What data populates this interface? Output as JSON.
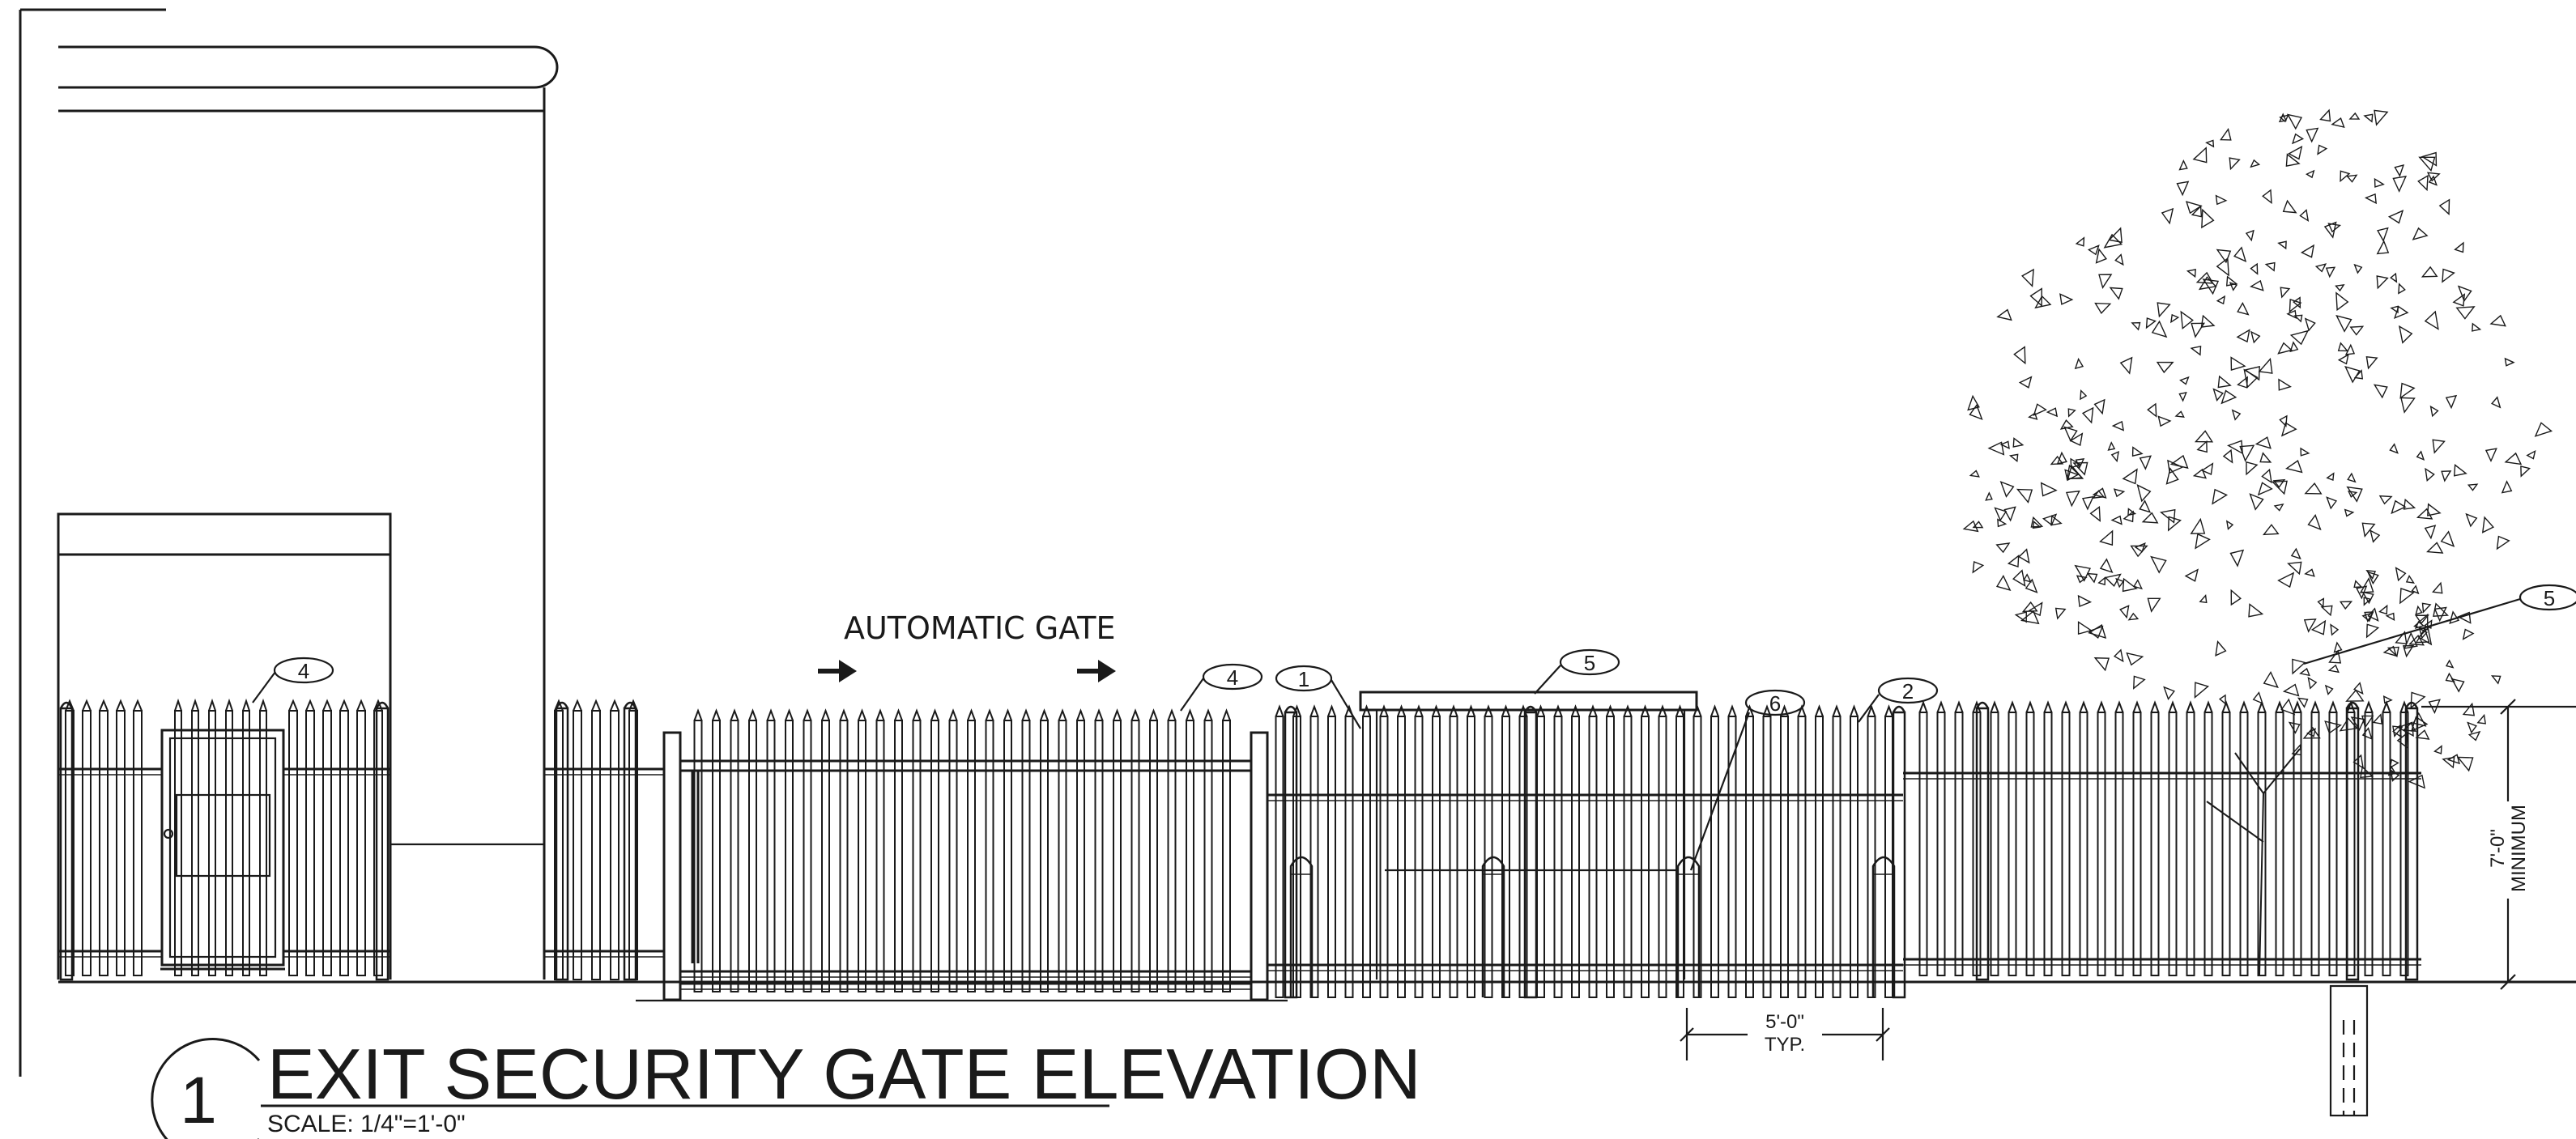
{
  "drawing": {
    "gate_label": "AUTOMATIC GATE",
    "callouts": [
      "1",
      "2",
      "4",
      "4",
      "5",
      "5",
      "6"
    ],
    "dimension_spacing": "5'-0\"",
    "dimension_spacing_note": "TYP.",
    "dimension_height": "7'-0\"",
    "dimension_height_note": "MINIMUM"
  },
  "title_block": {
    "number": "1",
    "title": "EXIT SECURITY GATE ELEVATION",
    "scale": "SCALE: 1/4\"=1'-0\""
  }
}
